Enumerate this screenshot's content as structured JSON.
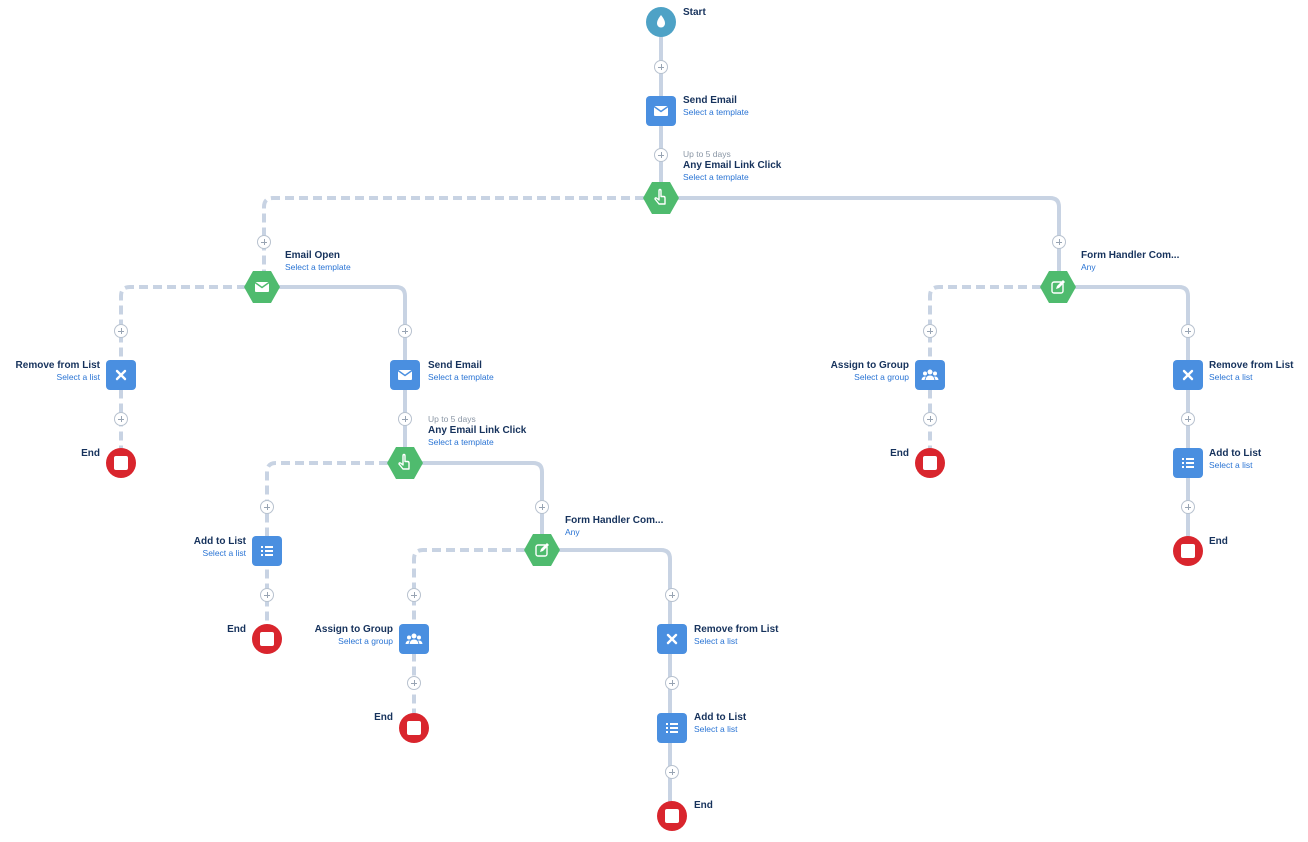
{
  "flow": {
    "start": {
      "label": "Start",
      "icon": "droplet-icon"
    },
    "step1": {
      "title": "Send Email",
      "subtitle": "Select a template",
      "icon": "envelope-icon"
    },
    "trigger1": {
      "pre": "Up to 5 days",
      "title": "Any Email Link Click",
      "subtitle": "Select a template",
      "icon": "pointer-hand-icon"
    },
    "left": {
      "trigger": {
        "title": "Email Open",
        "subtitle": "Select a template",
        "icon": "envelope-icon"
      },
      "no": {
        "action": {
          "title": "Remove from List",
          "subtitle": "Select a list",
          "icon": "x-icon"
        },
        "end": {
          "label": "End"
        }
      },
      "yes": {
        "action": {
          "title": "Send Email",
          "subtitle": "Select a template",
          "icon": "envelope-icon"
        },
        "trigger": {
          "pre": "Up to 5 days",
          "title": "Any Email Link Click",
          "subtitle": "Select a template",
          "icon": "pointer-hand-icon"
        },
        "no": {
          "action": {
            "title": "Add to List",
            "subtitle": "Select a list",
            "icon": "list-icon"
          },
          "end": {
            "label": "End"
          }
        },
        "yes": {
          "trigger": {
            "title": "Form Handler Com...",
            "subtitle": "Any",
            "icon": "edit-icon"
          },
          "no": {
            "action": {
              "title": "Assign to Group",
              "subtitle": "Select a group",
              "icon": "group-icon"
            },
            "end": {
              "label": "End"
            }
          },
          "yes": {
            "action1": {
              "title": "Remove from List",
              "subtitle": "Select a list",
              "icon": "x-icon"
            },
            "action2": {
              "title": "Add to List",
              "subtitle": "Select a list",
              "icon": "list-icon"
            },
            "end": {
              "label": "End"
            }
          }
        }
      }
    },
    "right": {
      "trigger": {
        "title": "Form Handler Com...",
        "subtitle": "Any",
        "icon": "edit-icon"
      },
      "no": {
        "action": {
          "title": "Assign to Group",
          "subtitle": "Select a group",
          "icon": "group-icon"
        },
        "end": {
          "label": "End"
        }
      },
      "yes": {
        "action1": {
          "title": "Remove from List",
          "subtitle": "Select a list",
          "icon": "x-icon"
        },
        "action2": {
          "title": "Add to List",
          "subtitle": "Select a list",
          "icon": "list-icon"
        },
        "end": {
          "label": "End"
        }
      }
    }
  },
  "colors": {
    "action": "#4a8fe0",
    "trigger": "#4fbb6e",
    "start": "#4ea2c6",
    "end": "#d9252d",
    "connector": "#c8d3e3",
    "title": "#16325c",
    "link": "#2a74d4",
    "muted": "#8a96a5"
  }
}
